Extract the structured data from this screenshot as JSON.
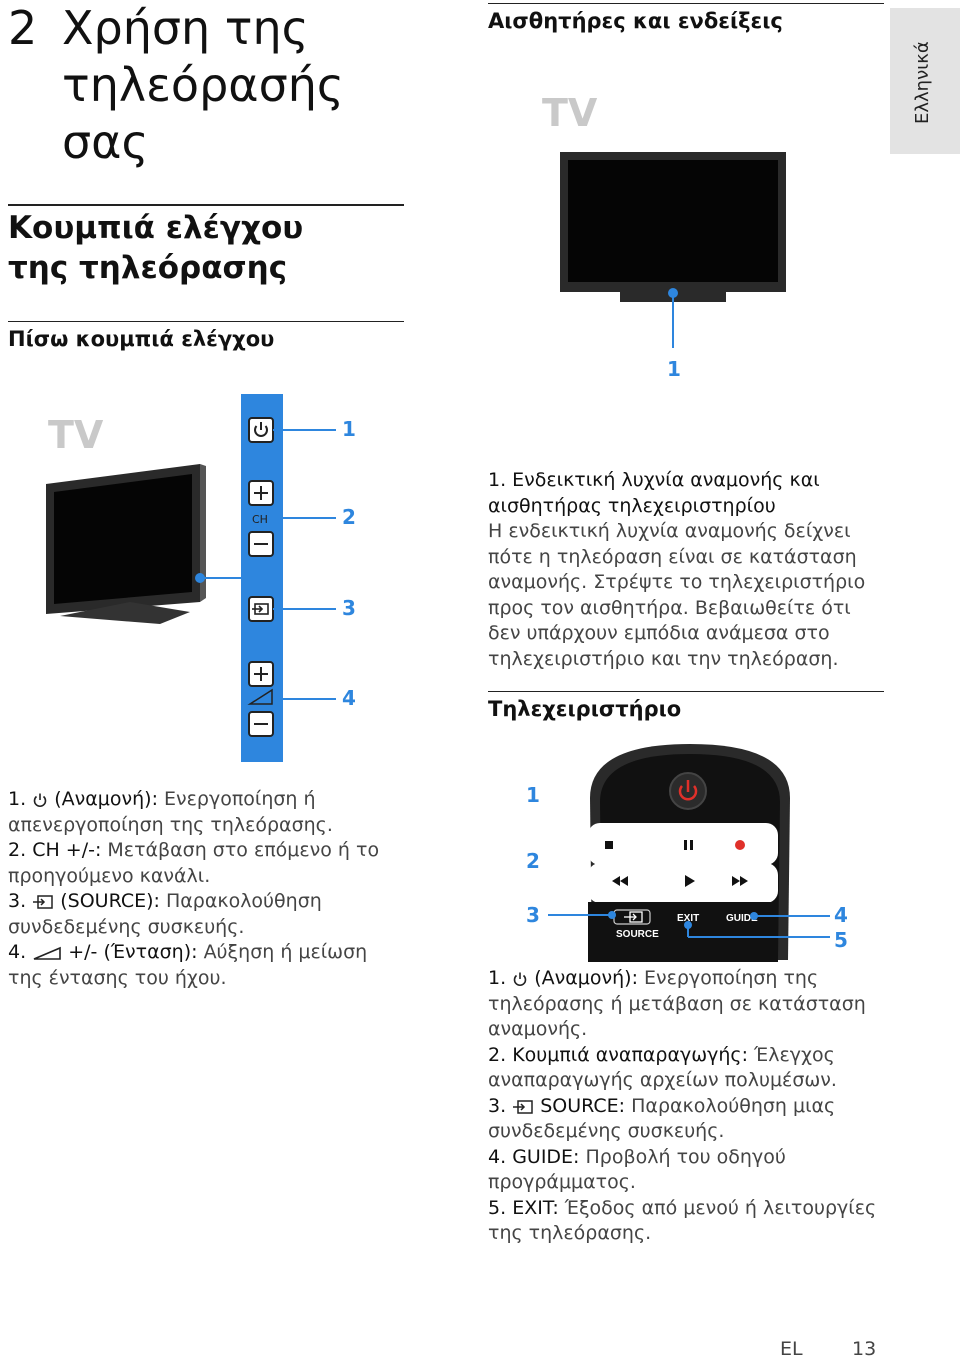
{
  "chapter": {
    "number": "2",
    "title": "Χρήση της τηλεόρασής σας"
  },
  "side_tab": "Ελληνικά",
  "left": {
    "section_title": "Κουμπιά ελέγχου της τηλεόρασης",
    "subsection_title": "Πίσω κουμπιά ελέγχου",
    "figure": {
      "tv_label": "TV",
      "ch_label": "CH",
      "callouts": [
        "1",
        "2",
        "3",
        "4"
      ]
    },
    "items": [
      {
        "num": "1.",
        "term": "(Αναμονή):",
        "text": "Ενεργοποίηση ή απενεργοποίηση της τηλεόρασης."
      },
      {
        "num": "2.",
        "term": "CH +/-:",
        "text": "Μετάβαση στο επόμενο ή το προηγούμενο κανάλι."
      },
      {
        "num": "3.",
        "term": "(SOURCE):",
        "text": "Παρακολούθηση συνδεδεμένης συσκευής."
      },
      {
        "num": "4.",
        "term": "+/- (Ένταση):",
        "text": "Αύξηση ή μείωση της έντασης του ήχου."
      }
    ]
  },
  "right": {
    "section_title": "Αισθητήρες και ενδείξεις",
    "figure": {
      "tv_label": "TV",
      "callout": "1"
    },
    "sensor_item": {
      "title": "1. Ενδεικτική λυχνία αναμονής και αισθητήρας τηλεχειριστηρίου",
      "text": "Η ενδεικτική λυχνία αναμονής δείχνει πότε η τηλεόραση είναι σε κατάσταση αναμονής. Στρέψτε το τηλεχειριστήριο προς τον αισθητήρα. Βεβαιωθείτε ότι δεν υπάρχουν εμπόδια ανάμεσα στο τηλεχειριστήριο και την τηλεόραση."
    },
    "remote_title": "Τηλεχειριστήριο",
    "remote_figure": {
      "callouts": [
        "1",
        "2",
        "3",
        "4",
        "5"
      ],
      "exit_label": "EXIT",
      "guide_label": "GUIDE",
      "source_label": "SOURCE"
    },
    "items": [
      {
        "num": "1.",
        "term": "(Αναμονή):",
        "text": "Ενεργοποίηση της τηλεόρασης ή μετάβαση σε κατάσταση αναμονής."
      },
      {
        "num": "2.",
        "term": "Κουμπιά αναπαραγωγής:",
        "text": "Έλεγχος αναπαραγωγής αρχείων πολυμέσων."
      },
      {
        "num": "3.",
        "term": "SOURCE:",
        "text": "Παρακολούθηση μιας συνδεδεμένης συσκευής."
      },
      {
        "num": "4.",
        "term": "GUIDE:",
        "text": "Προβολή του οδηγού προγράμματος."
      },
      {
        "num": "5.",
        "term": "EXIT:",
        "text": "Έξοδος από μενού ή λειτουργίες της τηλεόρασης."
      }
    ]
  },
  "footer": {
    "lang": "EL",
    "page": "13"
  },
  "colors": {
    "accent": "#2e86de",
    "text": "#444444",
    "tab": "#e3e3e3"
  }
}
